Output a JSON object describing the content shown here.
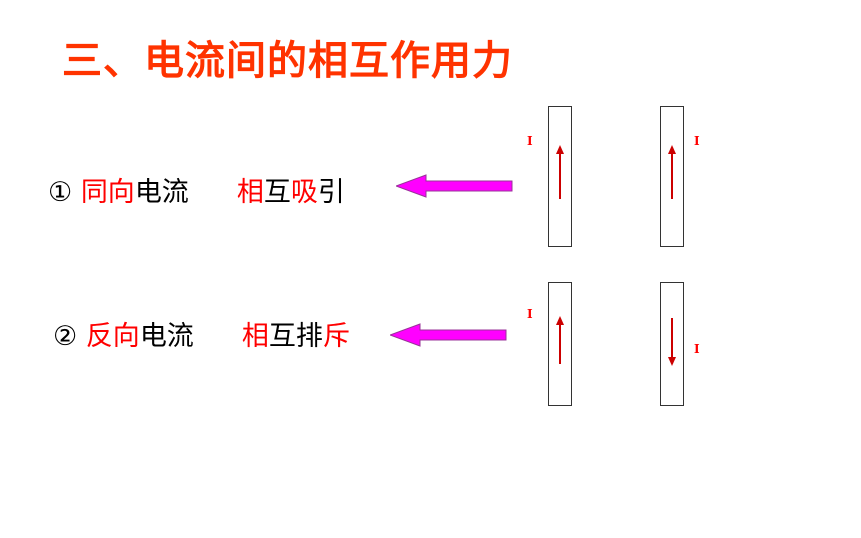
{
  "title": "三、电流间的相互作用力",
  "rows": [
    {
      "number": "①",
      "dir_word": "同向",
      "current_word": "电流",
      "effect_a": "相",
      "effect_b": "互",
      "effect_c": "吸",
      "effect_d": "引"
    },
    {
      "number": "②",
      "dir_word": "反向",
      "current_word": "电流",
      "effect_a": "相",
      "effect_b": "互",
      "effect_c": "排",
      "effect_d": "斥"
    }
  ],
  "current_symbol": "I",
  "colors": {
    "title": "#ff3300",
    "highlight": "#ff0000",
    "pointer_arrow": "#ff00ff",
    "current_arrow": "#cc0000"
  }
}
